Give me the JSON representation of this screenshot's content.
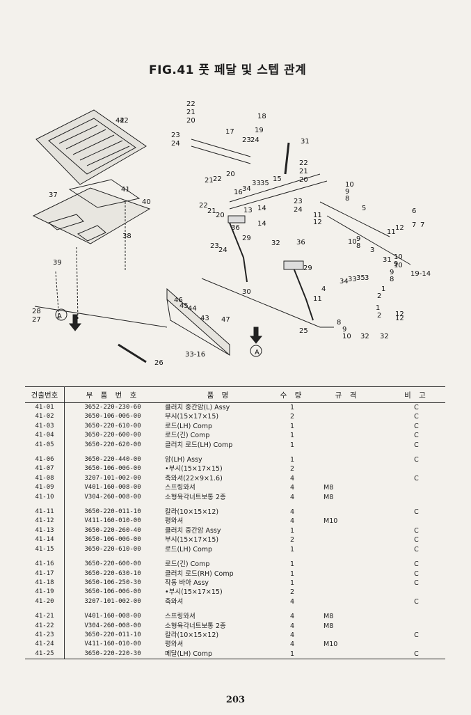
{
  "page": {
    "title": "FIG.41 풋 페달 및 스텝 관계",
    "page_number": "203"
  },
  "figure": {
    "callouts": [
      "22",
      "21",
      "20",
      "23",
      "24",
      "17",
      "18",
      "19",
      "23",
      "24",
      "31",
      "42",
      "22",
      "21",
      "20",
      "20",
      "22",
      "21",
      "16",
      "34",
      "33",
      "35",
      "15",
      "22",
      "21",
      "20",
      "10",
      "9",
      "8",
      "5",
      "37",
      "41",
      "40",
      "13",
      "14",
      "23",
      "24",
      "11",
      "12",
      "6",
      "7",
      "7",
      "12",
      "11",
      "14",
      "36",
      "32",
      "1",
      "10",
      "9",
      "8",
      "3",
      "10",
      "9",
      "38",
      "39",
      "23",
      "24",
      "29",
      "36",
      "31",
      "10",
      "9",
      "8",
      "32",
      "28",
      "27",
      "30",
      "29",
      "34",
      "33",
      "35",
      "3",
      "11",
      "4",
      "2",
      "12",
      "1",
      "2",
      "12",
      "46",
      "45",
      "44",
      "43",
      "47",
      "8",
      "9",
      "10",
      "25",
      "32",
      "26",
      "33-16",
      "19-14",
      "A",
      "A",
      "42"
    ],
    "marker": "A"
  },
  "table": {
    "headers": [
      "건출번호",
      "부 품 번 호",
      "품 명",
      "수 량",
      "규 격",
      "비 고"
    ],
    "groups": [
      [
        [
          "41-01",
          "3652-220-230-60",
          "클러치 중간암(L) Assy",
          "1",
          "",
          "C"
        ],
        [
          "41-02",
          "3650-106-006-00",
          "부시(15×17×15)",
          "2",
          "",
          "C"
        ],
        [
          "41-03",
          "3650-220-610-00",
          "로드(LH) Comp",
          "1",
          "",
          "C"
        ],
        [
          "41-04",
          "3650-220-600-00",
          "로드(긴) Comp",
          "1",
          "",
          "C"
        ],
        [
          "41-05",
          "3650-220-620-00",
          "클러치 로드(LH) Comp",
          "1",
          "",
          "C"
        ]
      ],
      [
        [
          "41-06",
          "3650-220-440-00",
          "암(LH) Assy",
          "1",
          "",
          "C"
        ],
        [
          "41-07",
          "3650-106-006-00",
          "•부시(15×17×15)",
          "2",
          "",
          ""
        ],
        [
          "41-08",
          "3207-101-002-00",
          "축와셔(22×9×1.6)",
          "4",
          "",
          "C"
        ],
        [
          "41-09",
          "V401-160-008-00",
          "스프링와셔",
          "4",
          "M8",
          ""
        ],
        [
          "41-10",
          "V304-260-008-00",
          "소형육각너트보통 2종",
          "4",
          "M8",
          ""
        ]
      ],
      [
        [
          "41-11",
          "3650-220-011-10",
          "칼라(10×15×12)",
          "4",
          "",
          "C"
        ],
        [
          "41-12",
          "V411-160-010-00",
          "평와셔",
          "4",
          "M10",
          ""
        ],
        [
          "41-13",
          "3650-220-260-40",
          "클러치 중간암 Assy",
          "1",
          "",
          "C"
        ],
        [
          "41-14",
          "3650-106-006-00",
          "부시(15×17×15)",
          "2",
          "",
          "C"
        ],
        [
          "41-15",
          "3650-220-610-00",
          "로드(LH) Comp",
          "1",
          "",
          "C"
        ]
      ],
      [
        [
          "41-16",
          "3650-220-600-00",
          "로드(긴) Comp",
          "1",
          "",
          "C"
        ],
        [
          "41-17",
          "3650-220-630-10",
          "클러치 로드(RH) Comp",
          "1",
          "",
          "C"
        ],
        [
          "41-18",
          "3650-106-250-30",
          "작동 바아 Assy",
          "1",
          "",
          "C"
        ],
        [
          "41-19",
          "3650-106-006-00",
          "•부시(15×17×15)",
          "2",
          "",
          ""
        ],
        [
          "41-20",
          "3207-101-002-00",
          "축와셔",
          "4",
          "",
          "C"
        ]
      ],
      [
        [
          "41-21",
          "V401-160-008-00",
          "스프링와셔",
          "4",
          "M8",
          ""
        ],
        [
          "41-22",
          "V304-260-008-00",
          "소형육각너트보통 2종",
          "4",
          "M8",
          ""
        ],
        [
          "41-23",
          "3650-220-011-10",
          "칼라(10×15×12)",
          "4",
          "",
          "C"
        ],
        [
          "41-24",
          "V411-160-010-00",
          "평와셔",
          "4",
          "M10",
          ""
        ],
        [
          "41-25",
          "3650-220-220-30",
          "페달(LH) Comp",
          "1",
          "",
          "C"
        ]
      ]
    ]
  }
}
